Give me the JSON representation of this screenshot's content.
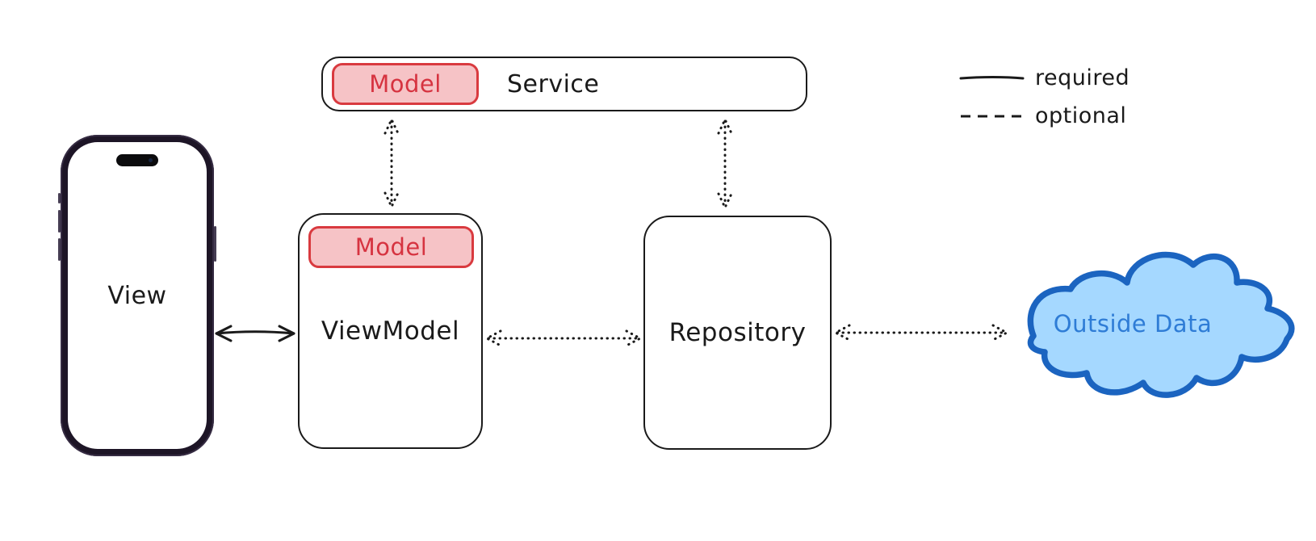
{
  "nodes": {
    "view": {
      "label": "View"
    },
    "viewmodel": {
      "label": "ViewModel",
      "badge": "Model"
    },
    "service": {
      "label": "Service",
      "badge": "Model"
    },
    "repository": {
      "label": "Repository"
    },
    "outside_data": {
      "label": "Outside Data"
    }
  },
  "legend": {
    "required_label": "required",
    "optional_label": "optional"
  },
  "edges": [
    {
      "from": "View",
      "to": "ViewModel",
      "style": "required",
      "direction": "bidirectional"
    },
    {
      "from": "ViewModel",
      "to": "Service",
      "style": "optional",
      "direction": "bidirectional"
    },
    {
      "from": "Repository",
      "to": "Service",
      "style": "optional",
      "direction": "bidirectional"
    },
    {
      "from": "ViewModel",
      "to": "Repository",
      "style": "optional",
      "direction": "bidirectional"
    },
    {
      "from": "Repository",
      "to": "Outside Data",
      "style": "optional",
      "direction": "bidirectional"
    }
  ],
  "colors": {
    "ink": "#1a1a1a",
    "badge_fill": "#f6c3c6",
    "badge_border": "#d93a3f",
    "badge_text": "#d63340",
    "cloud_fill": "#a5d8ff",
    "cloud_border": "#1b64c0",
    "cloud_text": "#2e7cd6",
    "phone_frame": "#1d1526",
    "phone_button": "#453c52",
    "bg": "#ffffff"
  }
}
